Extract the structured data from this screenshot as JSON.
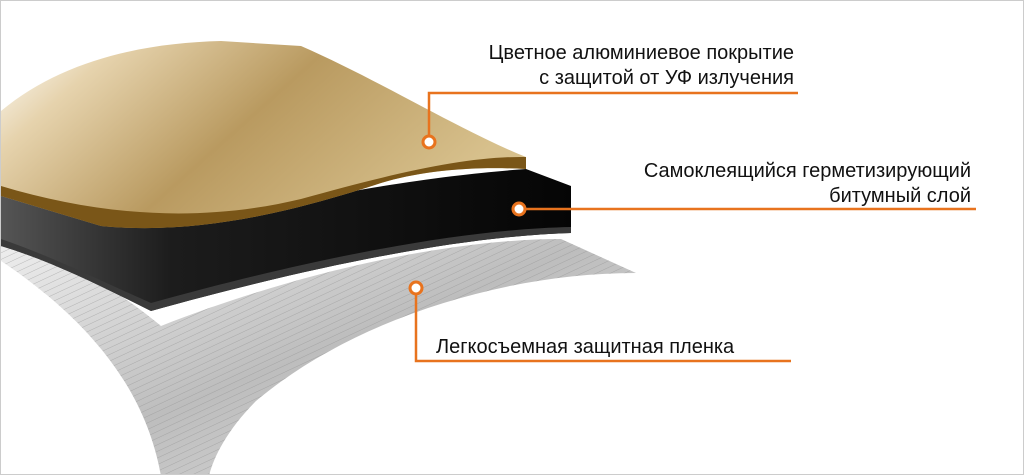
{
  "colors": {
    "accent": "#e8731e",
    "gold": "#b8934a",
    "bitumen": "#111111",
    "film": "#c8c8c8"
  },
  "labels": {
    "coating": {
      "line1": "Цветное алюминиевое покрытие",
      "line2": "с защитой от УФ излучения"
    },
    "bitumen": {
      "line1": "Самоклеящийся герметизирующий",
      "line2": "битумный слой"
    },
    "film": {
      "line1": "Легкосъемная защитная пленка"
    }
  }
}
